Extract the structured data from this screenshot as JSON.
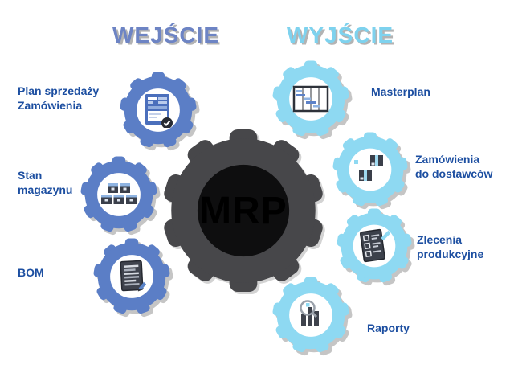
{
  "headers": {
    "input": "WEJŚCIE",
    "output": "WYJŚCIE"
  },
  "center": {
    "label": "MRP"
  },
  "inputs": [
    {
      "label": "Plan sprzedaży\nZamówienia",
      "icon": "order-form-check-icon"
    },
    {
      "label": "Stan\nmagazynu",
      "icon": "warehouse-boxes-icon"
    },
    {
      "label": "BOM",
      "icon": "document-list-icon"
    }
  ],
  "outputs": [
    {
      "label": "Masterplan",
      "icon": "gantt-schedule-icon"
    },
    {
      "label": "Zamówienia\ndo dostawców",
      "icon": "supplier-boxes-icon"
    },
    {
      "label": "Zlecenia\nprodukcyjne",
      "icon": "checklist-pencil-icon"
    },
    {
      "label": "Raporty",
      "icon": "bar-chart-magnifier-icon"
    }
  ],
  "colors": {
    "input_gear": "#5b7ec6",
    "output_gear": "#8ed9f2",
    "center_gear": "#47474a",
    "center_hole": "#0e0e0f",
    "label_text": "#1d4fa1",
    "input_header_text": "#6d84c4",
    "output_header_text": "#7ed2ee"
  }
}
